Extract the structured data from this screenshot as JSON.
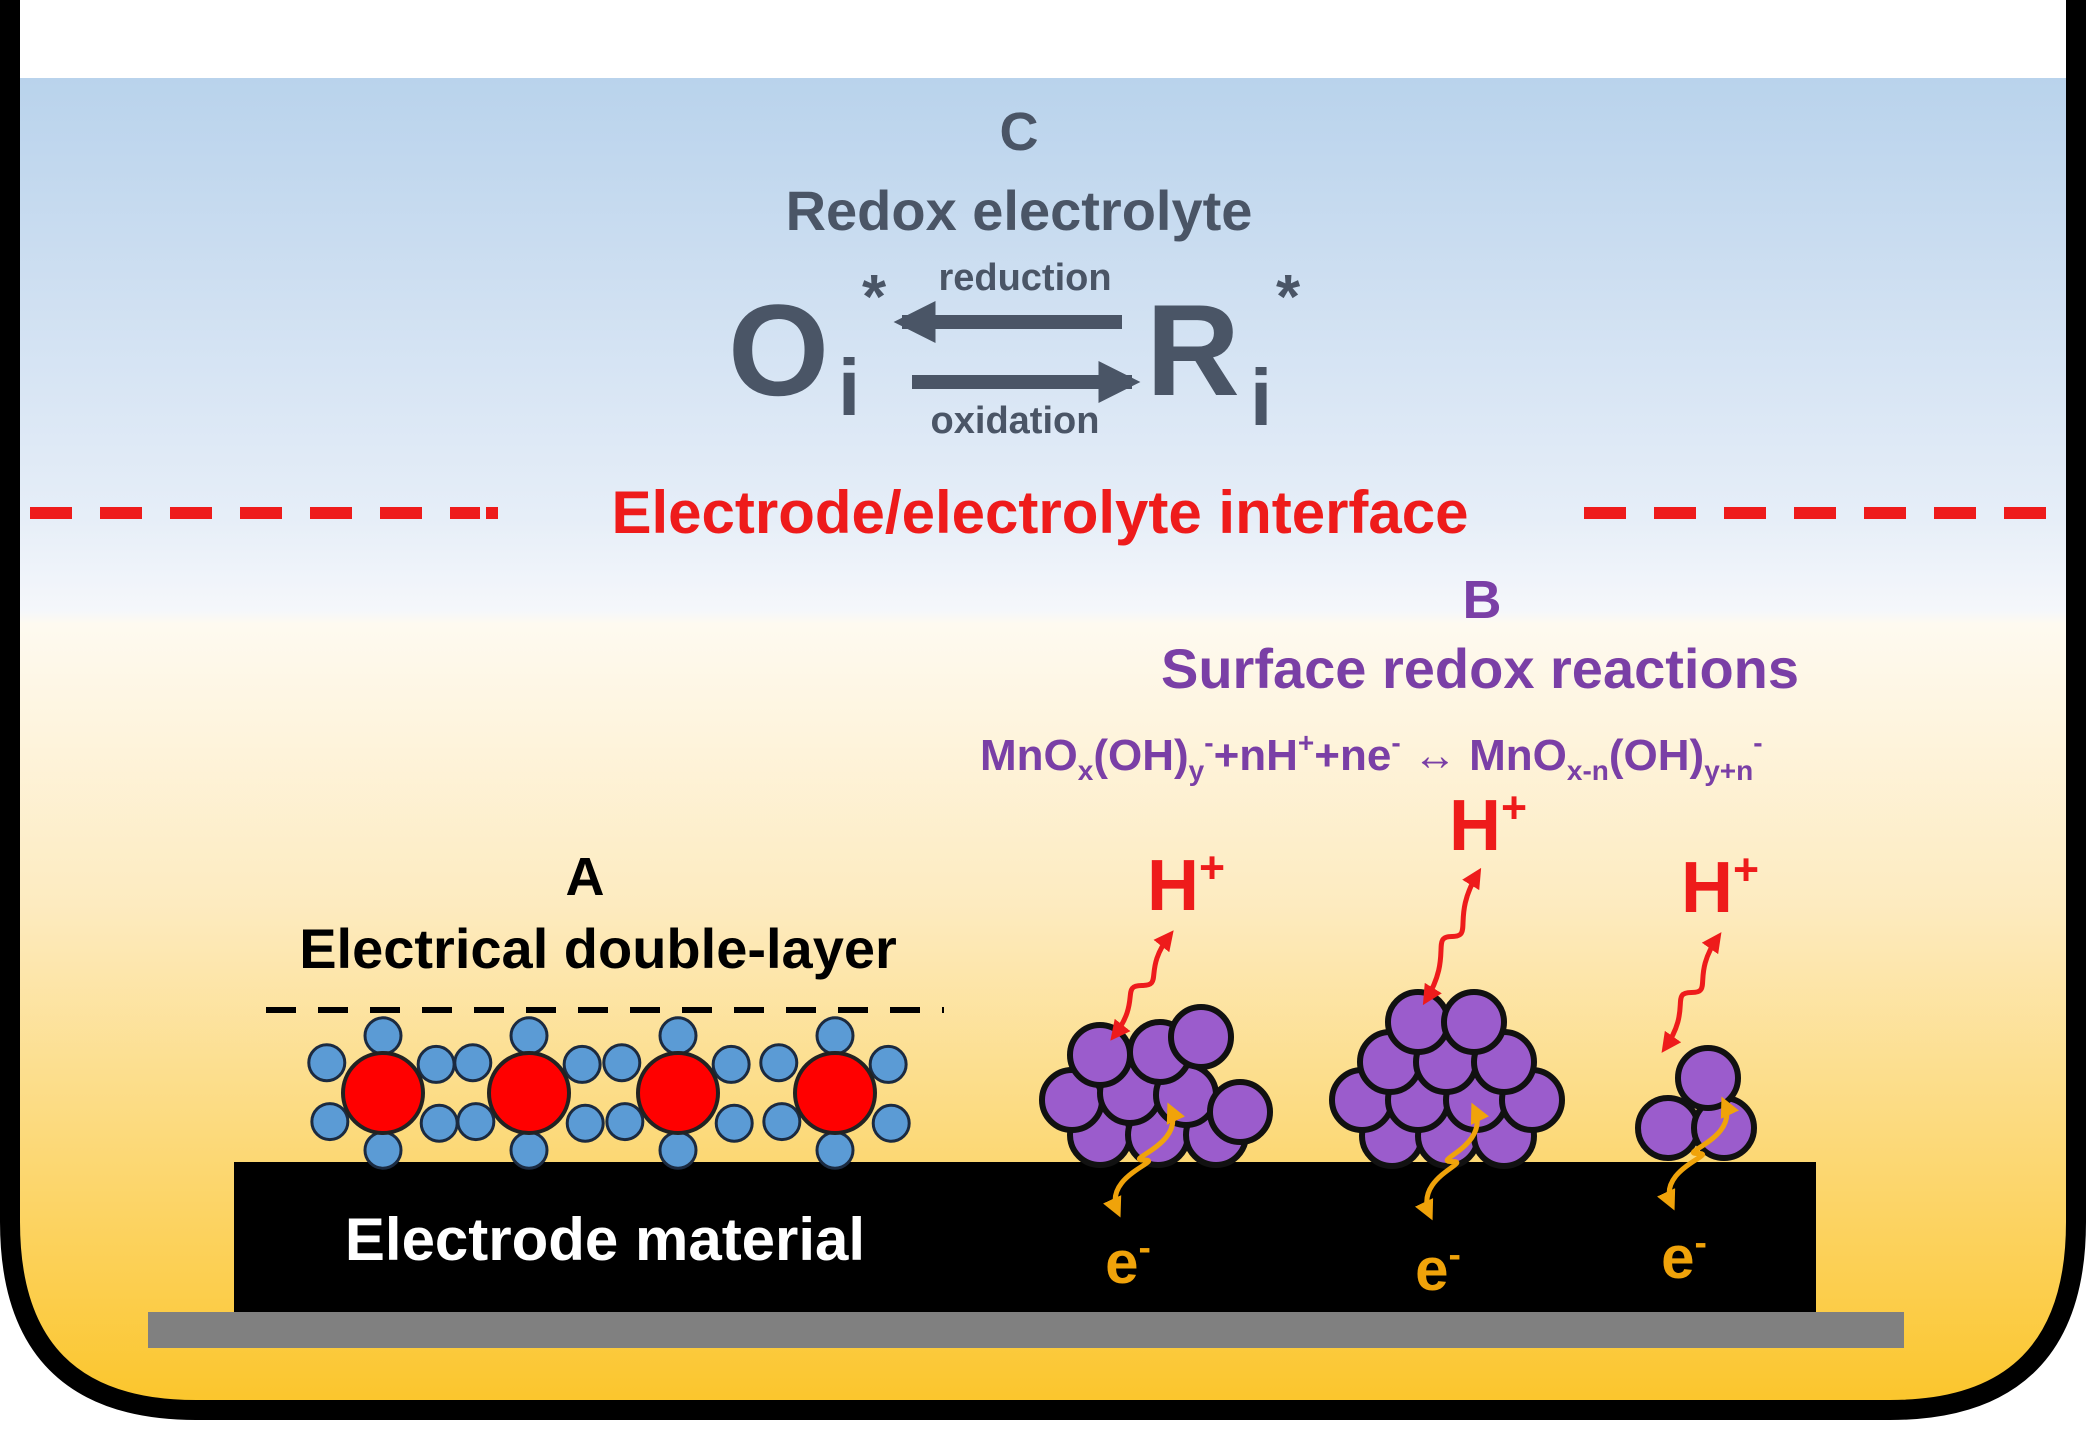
{
  "colors": {
    "electrolyte_top": "#b9d3ec",
    "electrolyte_mid": "#eef3fa",
    "electrolyte_low": "#fdf4df",
    "electrolyte_bottom": "#fbc52a",
    "interface_red": "#ee1b1b",
    "redox_gray": "#4a5566",
    "surface_purple": "#7a3fa6",
    "particle_purple": "#9b5ccc",
    "ion_red": "#ff0000",
    "solvent_blue": "#5b9bd5",
    "electron_orange": "#f0a30a",
    "electrode_black": "#000000",
    "substrate_gray": "#808080"
  },
  "section_c": {
    "letter": "C",
    "title": "Redox electrolyte",
    "oxidized": "O",
    "oxidized_sub": "i",
    "reduced": "R",
    "reduced_sub": "i",
    "star": "*",
    "reduction_label": "reduction",
    "oxidation_label": "oxidation"
  },
  "interface": {
    "label": "Electrode/electrolyte interface"
  },
  "section_b": {
    "letter": "B",
    "title": "Surface redox reactions",
    "equation": {
      "p1": "MnO",
      "s1": "x",
      "p2": "(OH)",
      "s2": "y",
      "sup1": "-",
      "p3": "+nH",
      "sup2": "+",
      "p4": "+ne",
      "sup3": "-",
      "arrow": " ↔ ",
      "p5": "MnO",
      "s3": "x-n",
      "p6": "(OH)",
      "s4": "y+n",
      "sup4": "-"
    },
    "proton": "H",
    "proton_charge": "+",
    "electron": "e",
    "electron_charge": "-"
  },
  "section_a": {
    "letter": "A",
    "title": "Electrical double-layer"
  },
  "electrode": {
    "label": "Electrode material"
  }
}
